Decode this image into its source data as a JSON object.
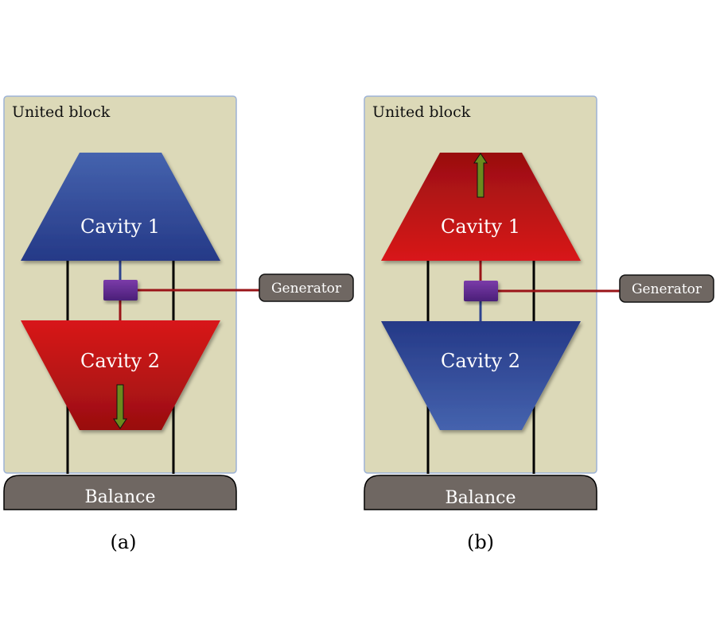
{
  "panels": [
    {
      "id": "a",
      "caption": "(a)",
      "block_label": "United block",
      "cavity_top": {
        "label": "Cavity 1",
        "state": "blue"
      },
      "cavity_bottom": {
        "label": "Cavity 2",
        "state": "red",
        "arrow": "down"
      },
      "generator_label": "Generator",
      "balance_label": "Balance"
    },
    {
      "id": "b",
      "caption": "(b)",
      "block_label": "United block",
      "cavity_top": {
        "label": "Cavity 1",
        "state": "red",
        "arrow": "up"
      },
      "cavity_bottom": {
        "label": "Cavity 2",
        "state": "blue"
      },
      "generator_label": "Generator",
      "balance_label": "Balance"
    }
  ],
  "colors": {
    "block_fill": "#dcd9b8",
    "block_border": "#9db3d6",
    "blue_light": "#4462ad",
    "blue_dark": "#263a86",
    "red_light": "#d8181a",
    "red_dark": "#9a0f10",
    "wire_red": "#9a1418",
    "wire_blue": "#2d428f",
    "purple_light": "#7a3aa8",
    "purple_dark": "#4b1f7a",
    "arrow_green": "#6b8a1e",
    "gray_box": "#6f6762"
  }
}
